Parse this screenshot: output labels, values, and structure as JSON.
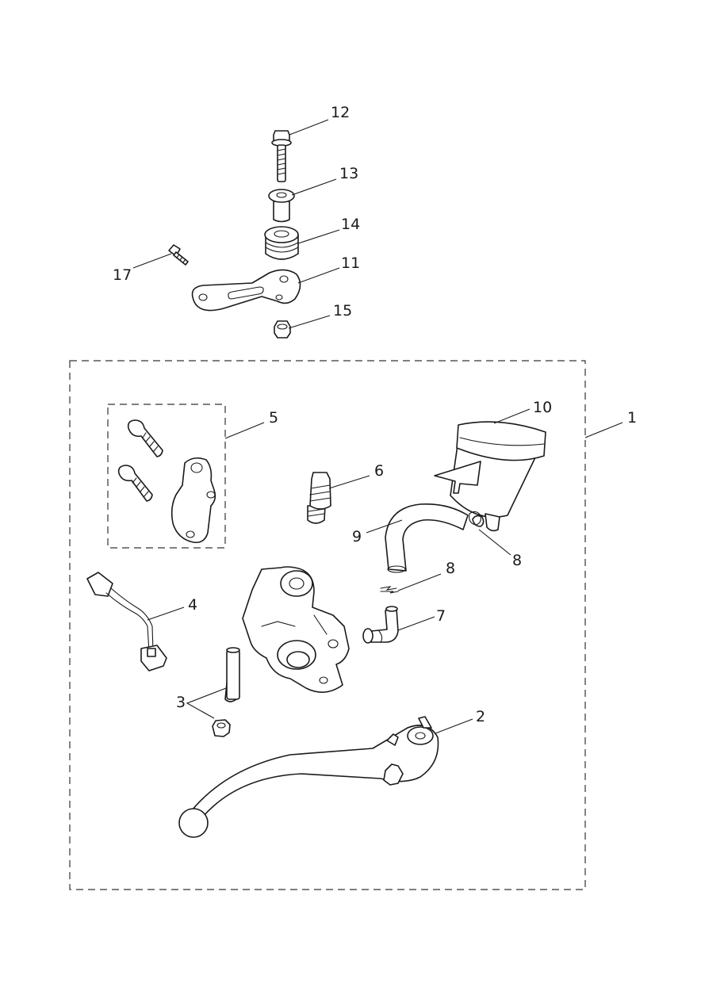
{
  "diagram": {
    "callouts": [
      {
        "id": "12",
        "text": "12"
      },
      {
        "id": "13",
        "text": "13"
      },
      {
        "id": "14",
        "text": "14"
      },
      {
        "id": "17",
        "text": "17"
      },
      {
        "id": "11",
        "text": "11"
      },
      {
        "id": "15",
        "text": "15"
      },
      {
        "id": "5",
        "text": "5"
      },
      {
        "id": "10",
        "text": "10"
      },
      {
        "id": "1",
        "text": "1"
      },
      {
        "id": "6",
        "text": "6"
      },
      {
        "id": "9",
        "text": "9"
      },
      {
        "id": "8a",
        "text": "8"
      },
      {
        "id": "8b",
        "text": "8"
      },
      {
        "id": "4",
        "text": "4"
      },
      {
        "id": "7",
        "text": "7"
      },
      {
        "id": "3",
        "text": "3"
      },
      {
        "id": "2",
        "text": "2"
      }
    ]
  }
}
